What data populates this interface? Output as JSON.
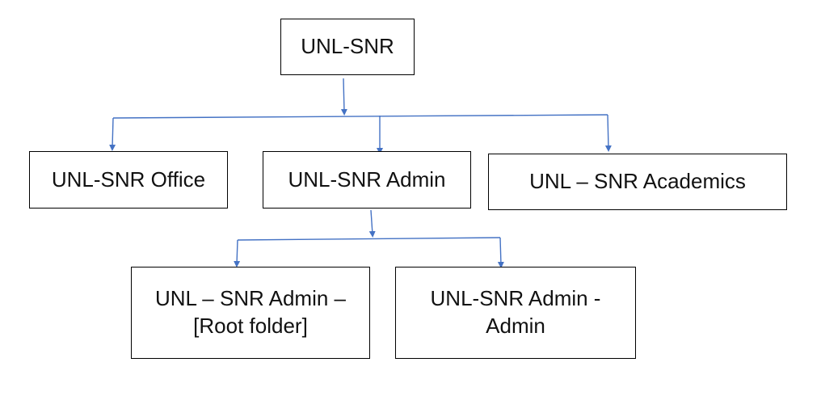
{
  "diagram": {
    "root": {
      "label": "UNL-SNR"
    },
    "level1": [
      {
        "label": "UNL-SNR Office"
      },
      {
        "label": "UNL-SNR Admin"
      },
      {
        "label": "UNL – SNR Academics"
      }
    ],
    "level2": [
      {
        "label": "UNL – SNR Admin –\n[Root folder]"
      },
      {
        "label": "UNL-SNR Admin -\nAdmin"
      }
    ]
  },
  "colors": {
    "connector": "#4472C4",
    "box_border": "#000000",
    "text": "#111111"
  }
}
